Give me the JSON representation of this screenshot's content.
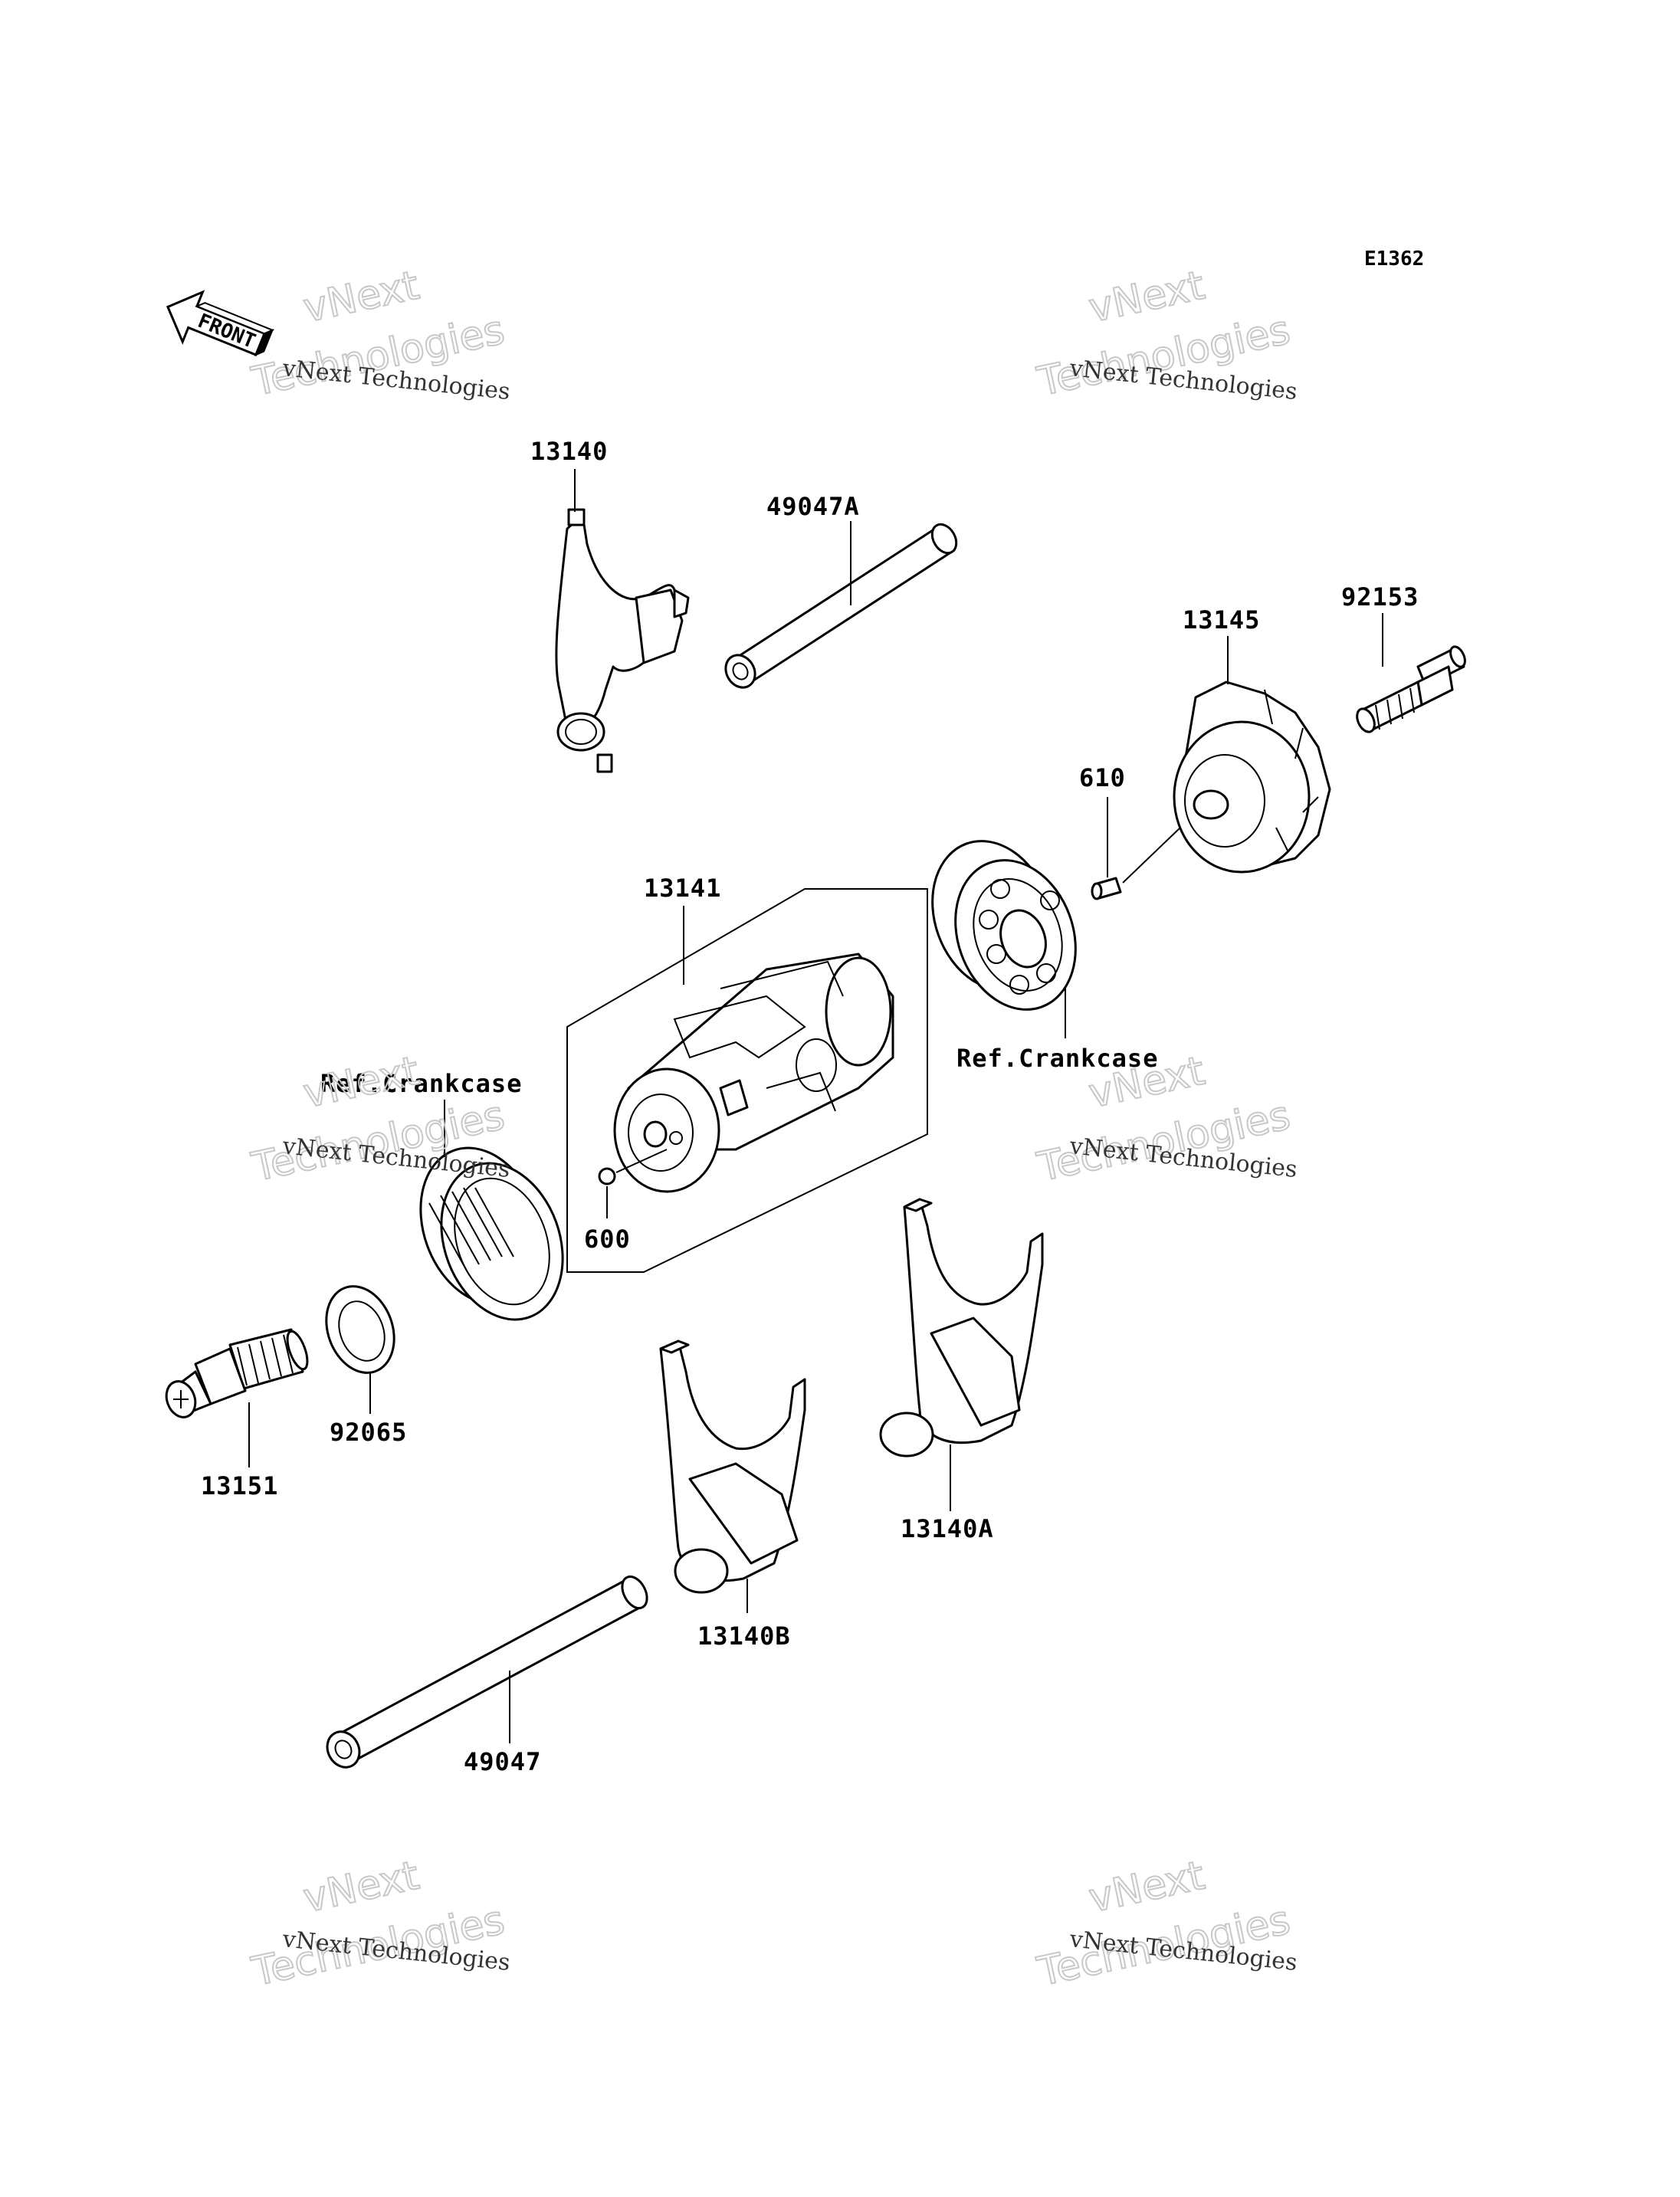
{
  "diagram": {
    "code": "E1362",
    "front_label": "FRONT",
    "parts": {
      "fork_13140": "13140",
      "shaft_49047A": "49047A",
      "drum_cam_13145": "13145",
      "bolt_92153": "92153",
      "pin_610": "610",
      "drum_13141": "13141",
      "ref_crankcase_right": "Ref.Crankcase",
      "ref_crankcase_left": "Ref.Crankcase",
      "ball_600": "600",
      "washer_92065": "92065",
      "switch_13151": "13151",
      "fork_13140A": "13140A",
      "fork_13140B": "13140B",
      "shaft_49047": "49047"
    }
  },
  "watermark": {
    "line1": "vNext",
    "line2": "vNext Technologies",
    "line3": "Technologies"
  }
}
